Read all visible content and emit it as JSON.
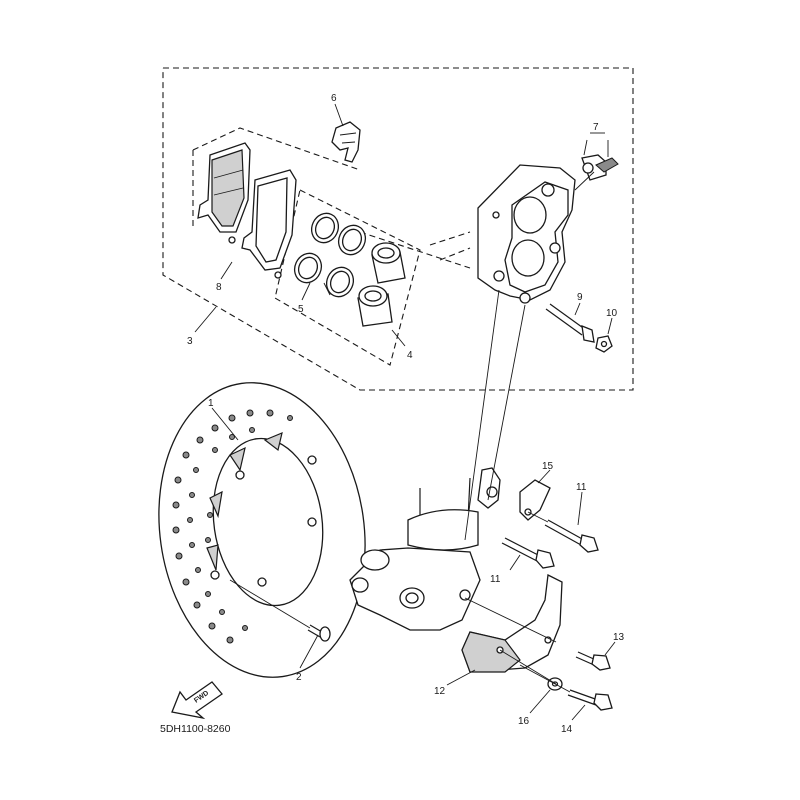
{
  "diagram": {
    "code": "5DH1100-8260",
    "fwd_label": "FWD",
    "callouts": [
      {
        "id": "p1",
        "label": "1"
      },
      {
        "id": "p2",
        "label": "2"
      },
      {
        "id": "p3",
        "label": "3"
      },
      {
        "id": "p4",
        "label": "4"
      },
      {
        "id": "p5",
        "label": "5"
      },
      {
        "id": "p6",
        "label": "6"
      },
      {
        "id": "p7",
        "label": "7"
      },
      {
        "id": "p8",
        "label": "8"
      },
      {
        "id": "p9",
        "label": "9"
      },
      {
        "id": "p10",
        "label": "10"
      },
      {
        "id": "p11a",
        "label": "11"
      },
      {
        "id": "p11b",
        "label": "11"
      },
      {
        "id": "p12",
        "label": "12"
      },
      {
        "id": "p13",
        "label": "13"
      },
      {
        "id": "p14",
        "label": "14"
      },
      {
        "id": "p15",
        "label": "15"
      },
      {
        "id": "p16",
        "label": "16"
      }
    ]
  }
}
